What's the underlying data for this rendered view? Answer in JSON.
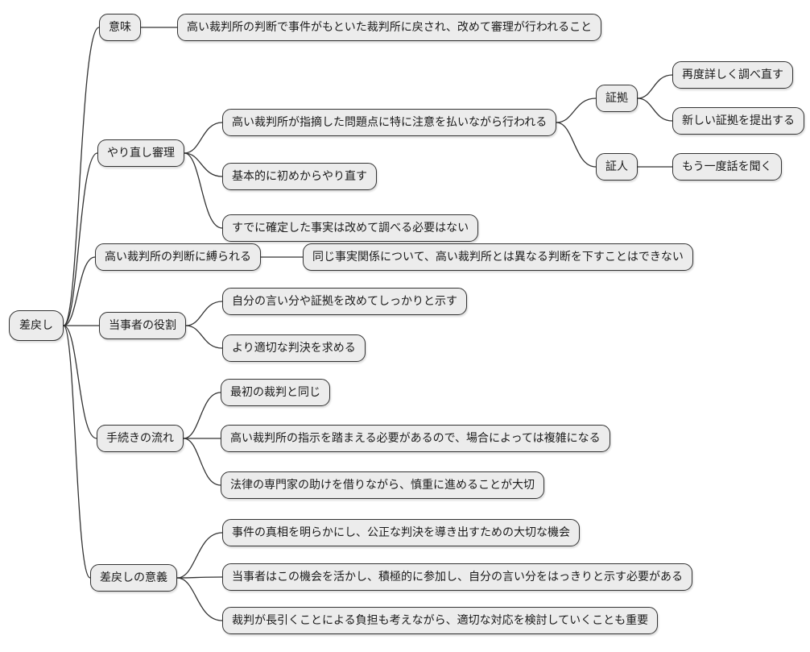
{
  "diagram": {
    "type": "mindmap",
    "style": {
      "background": "#ffffff",
      "node_fill": "#ececec",
      "node_border": "#333333",
      "connector_color": "#333333",
      "text_color": "#1a1a1a"
    },
    "nodes": [
      {
        "id": "root",
        "parent": null,
        "label": "差戻し"
      },
      {
        "id": "meaning",
        "parent": "root",
        "label": "意味"
      },
      {
        "id": "meaning-desc",
        "parent": "meaning",
        "label": "高い裁判所の判断で事件がもといた裁判所に戻され、改めて審理が行われること"
      },
      {
        "id": "retrial",
        "parent": "root",
        "label": "やり直し審理"
      },
      {
        "id": "retrial-focus",
        "parent": "retrial",
        "label": "高い裁判所が指摘した問題点に特に注意を払いながら行われる"
      },
      {
        "id": "evidence",
        "parent": "retrial-focus",
        "label": "証拠"
      },
      {
        "id": "evidence-reexamine",
        "parent": "evidence",
        "label": "再度詳しく調べ直す"
      },
      {
        "id": "evidence-new",
        "parent": "evidence",
        "label": "新しい証拠を提出する"
      },
      {
        "id": "witness",
        "parent": "retrial-focus",
        "label": "証人"
      },
      {
        "id": "witness-rehear",
        "parent": "witness",
        "label": "もう一度話を聞く"
      },
      {
        "id": "retrial-restart",
        "parent": "retrial",
        "label": "基本的に初めからやり直す"
      },
      {
        "id": "retrial-settled",
        "parent": "retrial",
        "label": "すでに確定した事実は改めて調べる必要はない"
      },
      {
        "id": "bound",
        "parent": "root",
        "label": "高い裁判所の判断に縛られる"
      },
      {
        "id": "bound-desc",
        "parent": "bound",
        "label": "同じ事実関係について、高い裁判所とは異なる判断を下すことはできない"
      },
      {
        "id": "parties",
        "parent": "root",
        "label": "当事者の役割"
      },
      {
        "id": "parties-show",
        "parent": "parties",
        "label": "自分の言い分や証拠を改めてしっかりと示す"
      },
      {
        "id": "parties-seek",
        "parent": "parties",
        "label": "より適切な判決を求める"
      },
      {
        "id": "procedure",
        "parent": "root",
        "label": "手続きの流れ"
      },
      {
        "id": "procedure-same",
        "parent": "procedure",
        "label": "最初の裁判と同じ"
      },
      {
        "id": "procedure-complex",
        "parent": "procedure",
        "label": "高い裁判所の指示を踏まえる必要があるので、場合によっては複雑になる"
      },
      {
        "id": "procedure-expert",
        "parent": "procedure",
        "label": "法律の専門家の助けを借りながら、慎重に進めることが大切"
      },
      {
        "id": "significance",
        "parent": "root",
        "label": "差戻しの意義"
      },
      {
        "id": "significance-truth",
        "parent": "significance",
        "label": "事件の真相を明らかにし、公正な判決を導き出すための大切な機会"
      },
      {
        "id": "significance-participate",
        "parent": "significance",
        "label": "当事者はこの機会を活かし、積極的に参加し、自分の言い分をはっきりと示す必要がある"
      },
      {
        "id": "significance-burden",
        "parent": "significance",
        "label": "裁判が長引くことによる負担も考えながら、適切な対応を検討していくことも重要"
      }
    ]
  }
}
